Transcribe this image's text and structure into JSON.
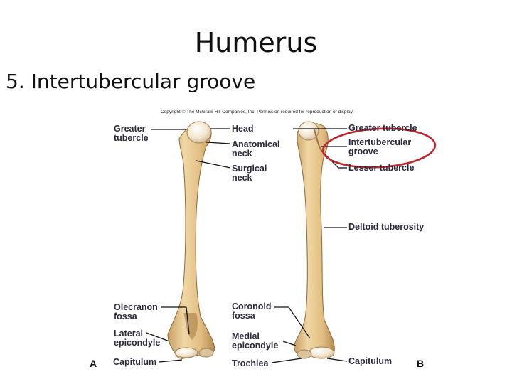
{
  "title": "Humerus",
  "subtitle": "5. Intertubercular groove",
  "copyright": "Copyright © The McGraw-Hill Companies, Inc. Permission required for reproduction or display.",
  "labels_left": {
    "greater_tubercle": "Greater\ntubercle",
    "olecranon_fossa": "Olecranon\nfossa",
    "lateral_epicondyle": "Lateral\nepicondyle",
    "capitulum": "Capitulum"
  },
  "labels_middle": {
    "head": "Head",
    "anatomical_neck": "Anatomical\nneck",
    "surgical_neck": "Surgical\nneck",
    "coronoid_fossa": "Coronoid\nfossa",
    "medial_epicondyle": "Medial\nepicondyle",
    "trochlea": "Trochlea"
  },
  "labels_right": {
    "greater_tubercle": "Greater tubercle",
    "intertubercular_groove": "Intertubercular\ngroove",
    "lesser_tubercle": "Lesser tubercle",
    "deltoid_tuberosity": "Deltoid tuberosity",
    "capitulum": "Capitulum"
  },
  "view_letters": {
    "a": "A",
    "b": "B"
  },
  "colors": {
    "bone_fill": "#e6c58c",
    "bone_shade": "#c9a065",
    "bone_outline": "#8a6a3a",
    "highlight_circle": "#c0262c",
    "leader_line": "#111111"
  }
}
